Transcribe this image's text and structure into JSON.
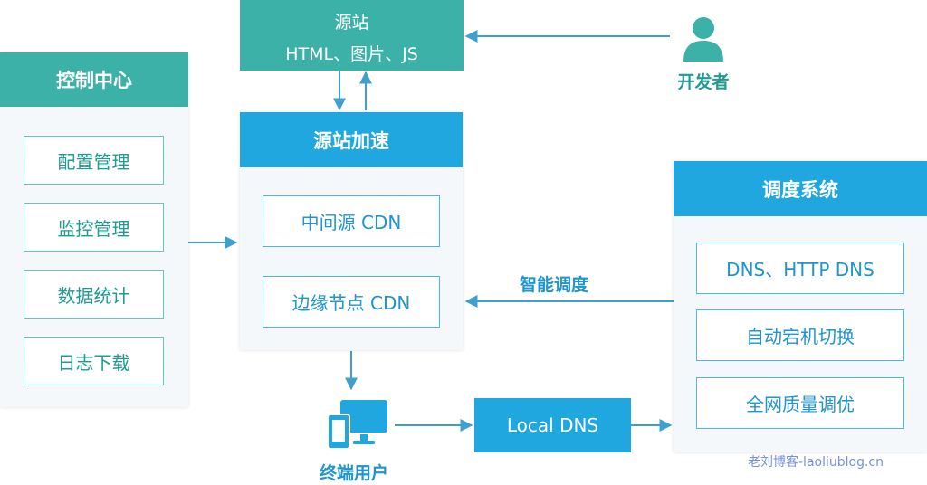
{
  "source": {
    "title": "源站",
    "subtitle": "HTML、图片、JS"
  },
  "control_center": {
    "title": "控制中心",
    "items": [
      "配置管理",
      "监控管理",
      "数据统计",
      "日志下载"
    ]
  },
  "origin_accel": {
    "title": "源站加速",
    "items": [
      "中间源 CDN",
      "边缘节点 CDN"
    ]
  },
  "developer": {
    "label": "开发者"
  },
  "scheduling": {
    "title": "调度系统",
    "items": [
      "DNS、HTTP DNS",
      "自动宕机切换",
      "全网质量调优"
    ]
  },
  "smart_dispatch": {
    "label": "智能调度"
  },
  "local_dns": {
    "label": "Local DNS"
  },
  "terminal_user": {
    "label": "终端用户"
  },
  "watermark": "老刘博客-laoliublog.cn",
  "colors": {
    "teal": "#3cb1a8",
    "blue": "#21a7e0",
    "arrow": "#3fa0cf"
  }
}
